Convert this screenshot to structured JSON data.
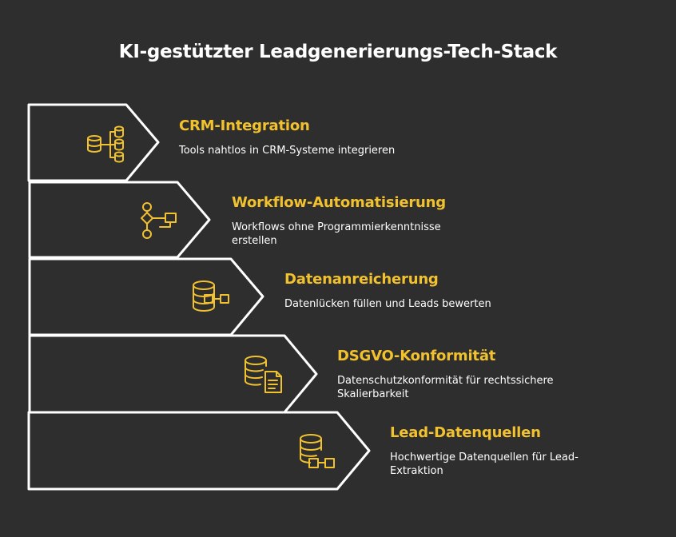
{
  "title": "KI-gestützter Leadgenerierungs-Tech-Stack",
  "colors": {
    "background": "#2e2e2e",
    "outline": "#ffffff",
    "accent": "#f2c12e"
  },
  "items": [
    {
      "title": "CRM-Integration",
      "description": "Tools nahtlos in CRM-Systeme integrieren",
      "icon": "database-network-icon"
    },
    {
      "title": "Workflow-Automatisierung",
      "description": "Workflows ohne Programmierkenntnisse erstellen",
      "icon": "flowchart-icon"
    },
    {
      "title": "Datenanreicherung",
      "description": "Datenlücken füllen und Leads bewerten",
      "icon": "database-link-icon"
    },
    {
      "title": "DSGVO-Konformität",
      "description": "Datenschutzkonformität für rechtssichere Skalierbarkeit",
      "icon": "database-document-icon"
    },
    {
      "title": "Lead-Datenquellen",
      "description": "Hochwertige Datenquellen für Lead-Extraktion",
      "icon": "database-link-icon"
    }
  ]
}
